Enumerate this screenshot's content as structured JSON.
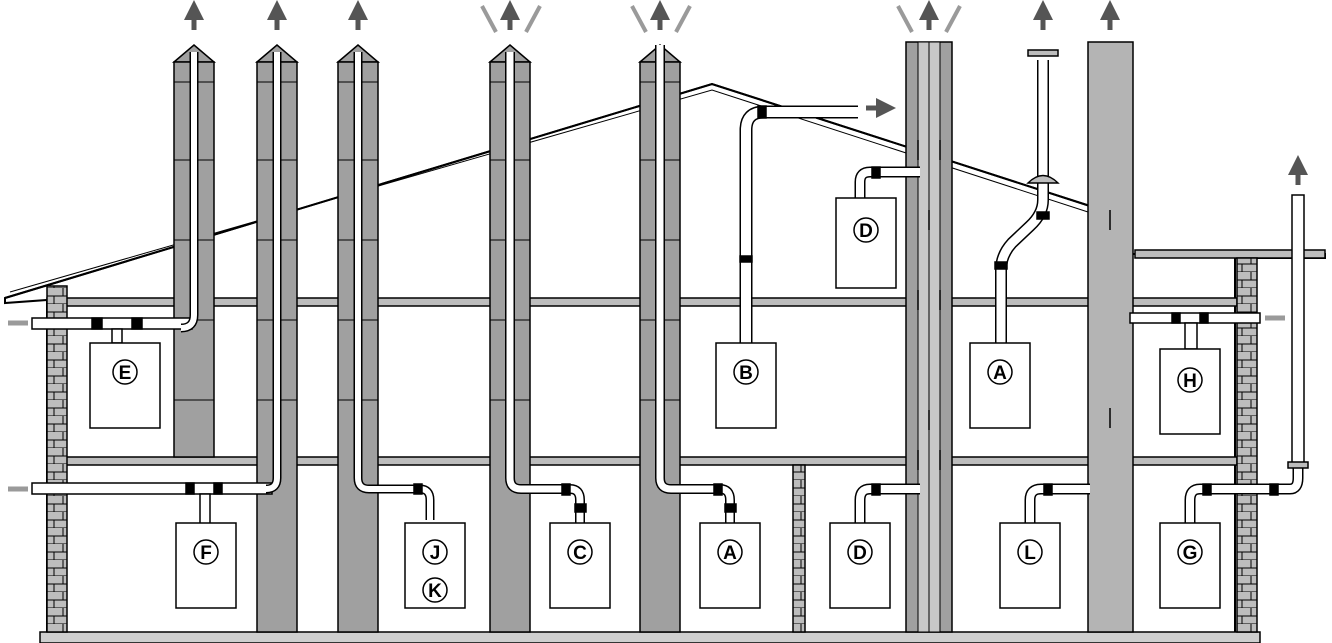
{
  "diagram": {
    "colors": {
      "wall": "#bdbdbd",
      "wall_dark": "#8a8a8a",
      "chimney": "#a0a0a0",
      "chimney_inner": "#c8c8c8",
      "pipe": "#ffffff",
      "stroke": "#000000",
      "joint": "#000000",
      "arrow_out": "#555555",
      "arrow_in": "#9a9a9a",
      "floor": "#cfcfcf"
    },
    "labels": {
      "E": "E",
      "F": "F",
      "J": "J",
      "K": "K",
      "C": "C",
      "A_lower": "A",
      "A_upper": "A",
      "B": "B",
      "D_upper": "D",
      "D_lower": "D",
      "L": "L",
      "G": "G",
      "H": "H"
    }
  }
}
